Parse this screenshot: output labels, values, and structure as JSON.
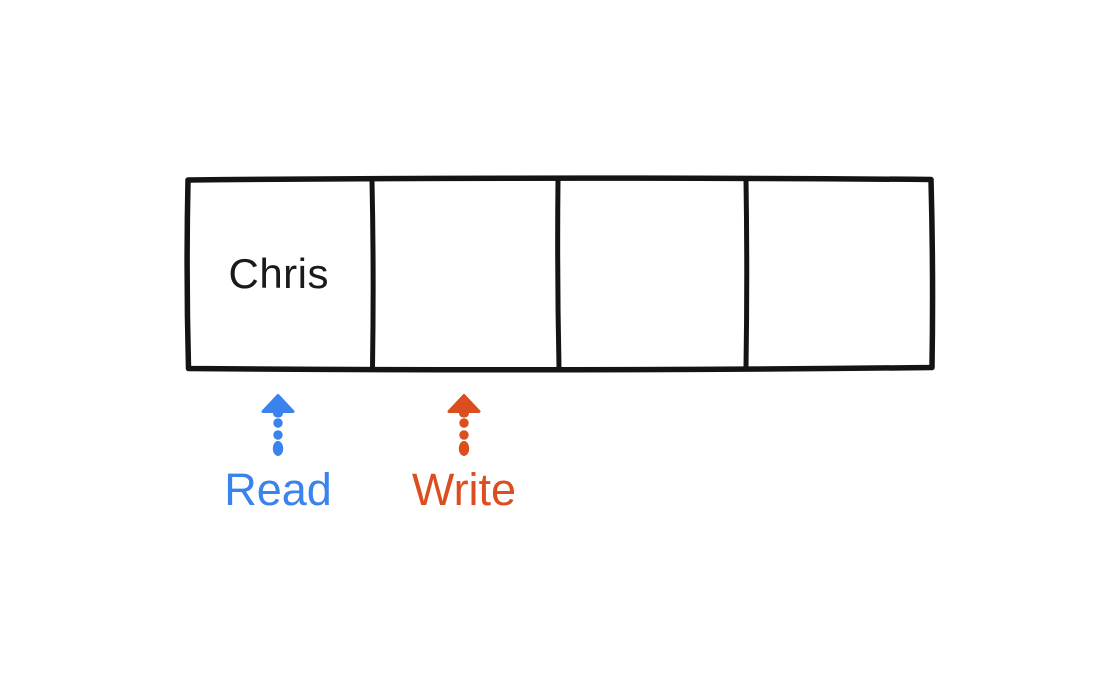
{
  "canvas": {
    "background": "#ffffff"
  },
  "array": {
    "cell_count": 4,
    "cells": [
      {
        "value": "Chris"
      },
      {
        "value": ""
      },
      {
        "value": ""
      },
      {
        "value": ""
      }
    ]
  },
  "pointers": {
    "read": {
      "label": "Read",
      "color": "#3a82ec",
      "points_to_cell": 0
    },
    "write": {
      "label": "Write",
      "color": "#dc4e1f",
      "points_to_cell": 1
    }
  },
  "colors": {
    "box_stroke": "#141414",
    "cell_text": "#1a1a1a"
  }
}
